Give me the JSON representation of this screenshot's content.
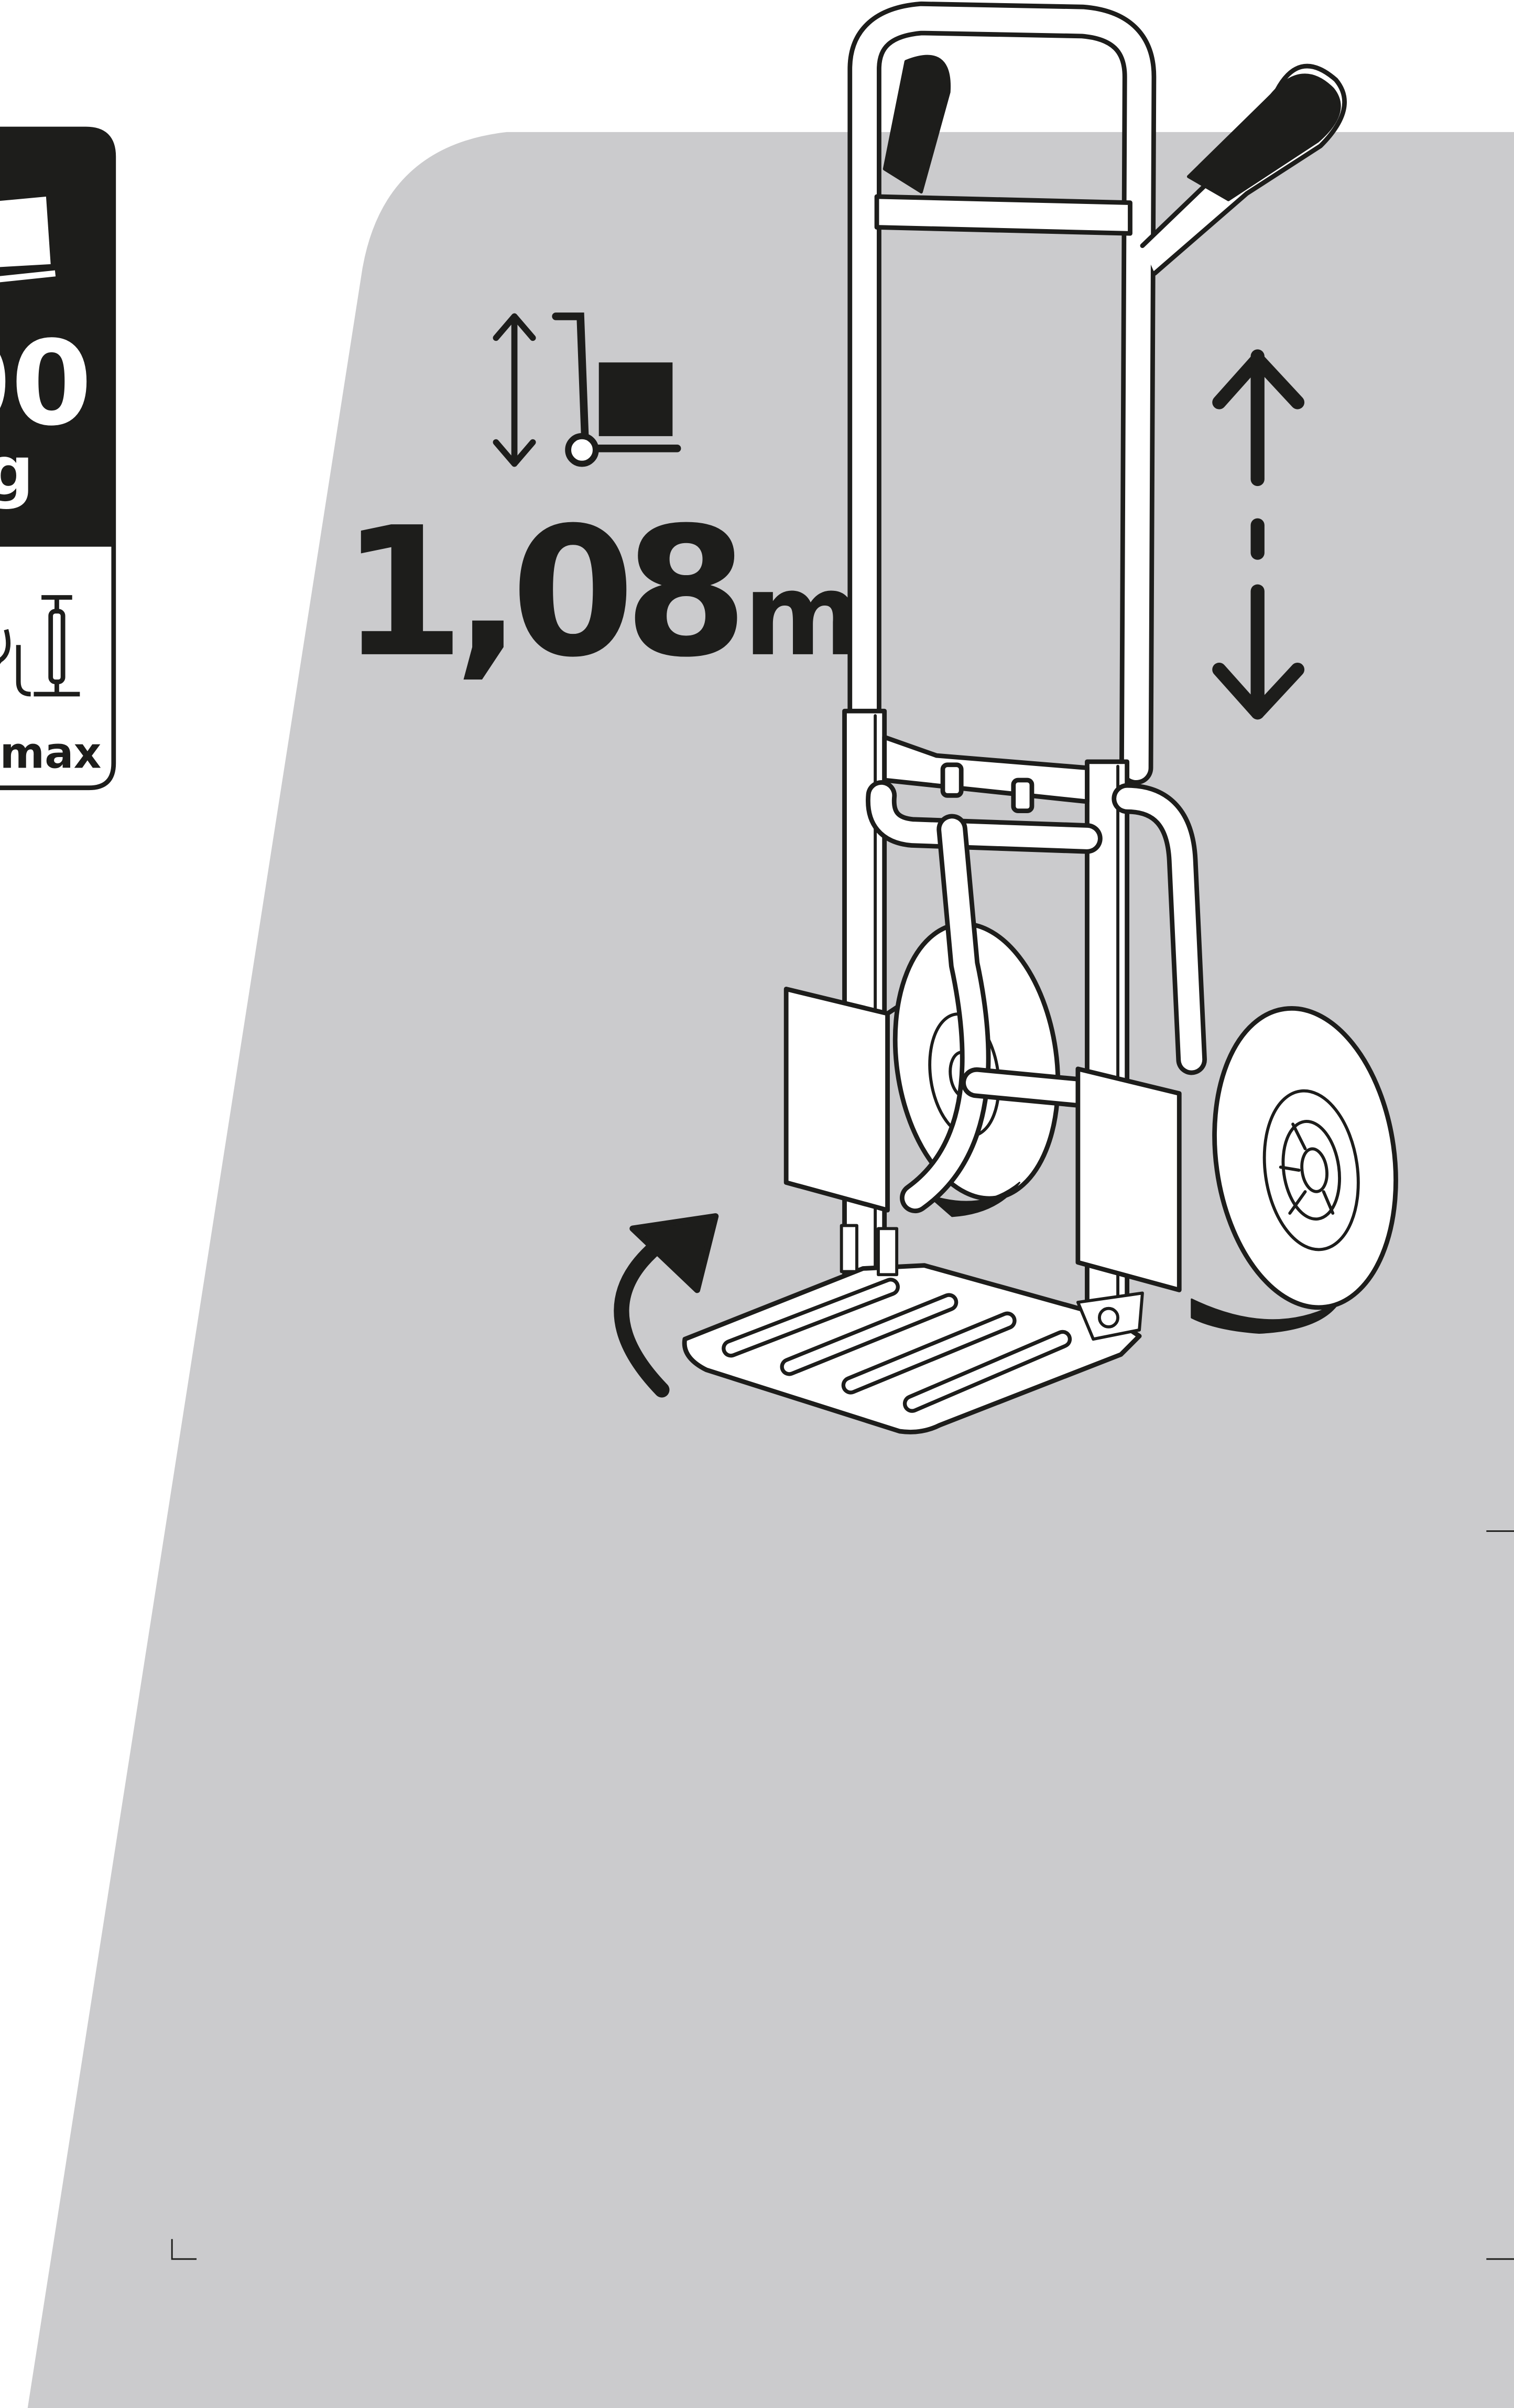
{
  "capacity_badge": {
    "capacity_value": "00",
    "capacity_unit": "g",
    "pressure_label": "max"
  },
  "height_spec": {
    "value": "1,08",
    "unit": "m"
  },
  "illustration": {
    "subject": "hand-truck",
    "icons": [
      "height-arrow-icon",
      "hand-truck-with-box-icon",
      "tire-pump-icon",
      "rotate-arrow-icon",
      "extend-arrow-icon"
    ]
  },
  "colors": {
    "panel": "#cbcbcd",
    "ink": "#1d1d1b",
    "paper": "#ffffff"
  }
}
